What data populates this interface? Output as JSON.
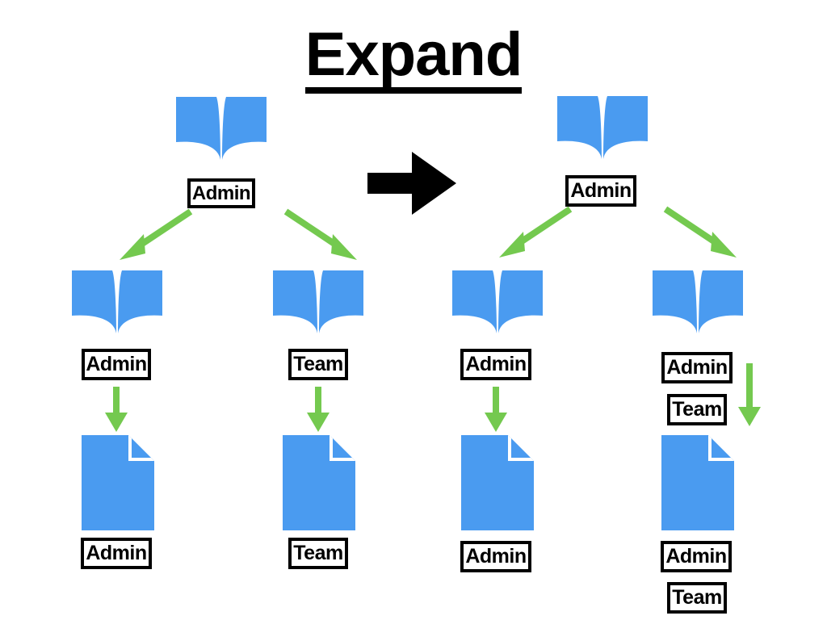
{
  "title": "Expand",
  "colors": {
    "icon_blue": "#4a9bf0",
    "arrow_green": "#74c94f",
    "transition_arrow": "#000000",
    "label_border": "#000000",
    "label_text": "#000000",
    "background": "#ffffff"
  },
  "diagram": {
    "type": "hierarchy-before-after",
    "transition_icon": "right-arrow-icon",
    "before": {
      "root": {
        "icon": "book-icon",
        "labels": [
          "Admin"
        ]
      },
      "children": [
        {
          "icon": "book-icon",
          "labels": [
            "Admin"
          ],
          "child": {
            "icon": "document-icon",
            "labels": [
              "Admin"
            ]
          }
        },
        {
          "icon": "book-icon",
          "labels": [
            "Team"
          ],
          "child": {
            "icon": "document-icon",
            "labels": [
              "Team"
            ]
          }
        }
      ]
    },
    "after": {
      "root": {
        "icon": "book-icon",
        "labels": [
          "Admin"
        ]
      },
      "children": [
        {
          "icon": "book-icon",
          "labels": [
            "Admin"
          ],
          "child": {
            "icon": "document-icon",
            "labels": [
              "Admin"
            ]
          }
        },
        {
          "icon": "book-icon",
          "labels": [
            "Admin",
            "Team"
          ],
          "child": {
            "icon": "document-icon",
            "labels": [
              "Admin",
              "Team"
            ]
          }
        }
      ]
    }
  },
  "labels": {
    "root_left": "Admin",
    "root_right": "Admin",
    "col1_book": "Admin",
    "col2_book": "Team",
    "col3_book": "Admin",
    "col4_book_a": "Admin",
    "col4_book_b": "Team",
    "col1_doc": "Admin",
    "col2_doc": "Team",
    "col3_doc": "Admin",
    "col4_doc_a": "Admin",
    "col4_doc_b": "Team"
  }
}
